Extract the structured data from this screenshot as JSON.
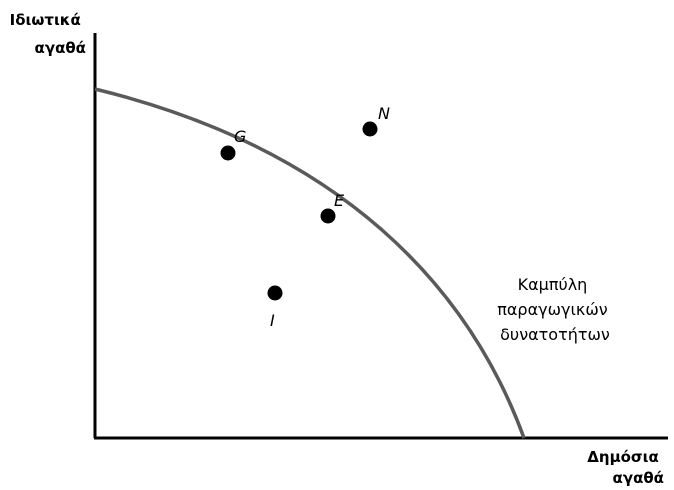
{
  "y_axis_label": {
    "line1": "Ιδιωτικά",
    "line2": "αγαθά"
  },
  "x_axis_label": {
    "line1": "Δημόσια",
    "line2": "αγαθά"
  },
  "curve_label": {
    "line1": "Καμπύλη",
    "line2": "παραγωγικών",
    "line3": "δυνατοτήτων"
  },
  "points": [
    {
      "id": "G",
      "label": "G"
    },
    {
      "id": "E",
      "label": "E"
    },
    {
      "id": "N",
      "label": "N"
    },
    {
      "id": "I",
      "label": "I"
    }
  ],
  "colors": {
    "axis": "#000000",
    "curve": "#5a5a5a",
    "point": "#000000"
  }
}
